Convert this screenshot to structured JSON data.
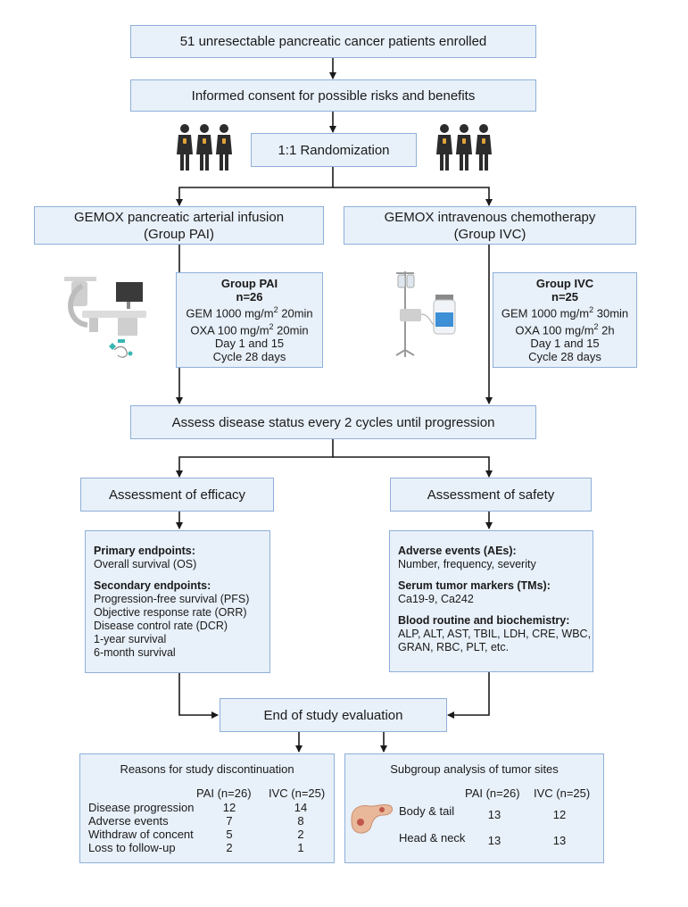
{
  "enrolled": "51 unresectable pancreatic cancer patients enrolled",
  "consent": "Informed consent for possible risks and benefits",
  "randomization": "1:1 Randomization",
  "pai_group": {
    "title": "GEMOX pancreatic arterial infusion",
    "subtitle": "(Group PAI)"
  },
  "ivc_group": {
    "title": "GEMOX intravenous chemotherapy",
    "subtitle": "(Group IVC)"
  },
  "pai_regimen": {
    "name": "Group PAI",
    "n": "n=26",
    "gem": "GEM 1000 mg/m",
    "gem_sup": "2",
    "gem_time": " 20min",
    "oxa": "OXA 100 mg/m",
    "oxa_sup": "2",
    "oxa_time": " 20min",
    "days": "Day 1 and 15",
    "cycle": "Cycle 28 days"
  },
  "ivc_regimen": {
    "name": "Group IVC",
    "n": "n=25",
    "gem": "GEM 1000 mg/m",
    "gem_sup": "2",
    "gem_time": " 30min",
    "oxa": "OXA 100 mg/m",
    "oxa_sup": "2",
    "oxa_time": " 2h",
    "days": "Day 1 and 15",
    "cycle": "Cycle 28 days"
  },
  "assess": "Assess disease status every 2 cycles until progression",
  "efficacy": {
    "title": "Assessment of efficacy",
    "primary_head": "Primary endpoints:",
    "primary": [
      "Overall survival (OS)"
    ],
    "secondary_head": "Secondary endpoints:",
    "secondary": [
      "Progression-free survival (PFS)",
      "Objective response rate (ORR)",
      "Disease control rate (DCR)",
      "1-year survival",
      "6-month survival"
    ]
  },
  "safety": {
    "title": "Assessment of safety",
    "ae_head": "Adverse events (AEs):",
    "ae": "Number, frequency, severity",
    "tm_head": "Serum tumor markers (TMs):",
    "tm": "Ca19-9, Ca242",
    "blood_head": "Blood routine and biochemistry:",
    "blood_1": "ALP, ALT, AST, TBIL, LDH, CRE, WBC,",
    "blood_2": "GRAN, RBC, PLT, etc."
  },
  "end": "End of study evaluation",
  "discontinuation": {
    "title": "Reasons for study discontinuation",
    "col_pai": "PAI (n=26)",
    "col_ivc": "IVC (n=25)",
    "rows": [
      {
        "label": "Disease progression",
        "pai": "12",
        "ivc": "14"
      },
      {
        "label": "Adverse events",
        "pai": "7",
        "ivc": "8"
      },
      {
        "label": "Withdraw of concent",
        "pai": "5",
        "ivc": "2"
      },
      {
        "label": "Loss to follow-up",
        "pai": "2",
        "ivc": "1"
      }
    ]
  },
  "subgroup": {
    "title": "Subgroup analysis of tumor sites",
    "col_pai": "PAI (n=26)",
    "col_ivc": "IVC (n=25)",
    "rows": [
      {
        "label": "Body & tail",
        "pai": "13",
        "ivc": "12"
      },
      {
        "label": "Head & neck",
        "pai": "13",
        "ivc": "13"
      }
    ]
  },
  "colors": {
    "box_fill": "#e8f0f9",
    "box_border": "#8fb0d8",
    "arrow": "#1a1a1a"
  },
  "icons": [
    "patients-icon",
    "angiography-machine-icon",
    "catheter-icon",
    "iv-drip-stand-icon",
    "drug-vial-icon",
    "pancreas-icon"
  ]
}
